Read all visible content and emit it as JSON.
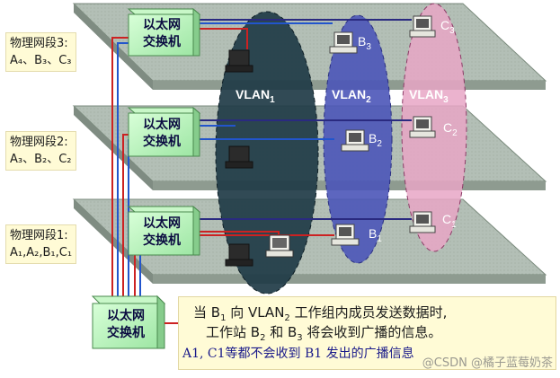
{
  "segments": [
    {
      "label": "物理网段3:",
      "members": "A₄、B₃、C₃"
    },
    {
      "label": "物理网段2:",
      "members": "A₃、B₂、C₂"
    },
    {
      "label": "物理网段1:",
      "members": "A₁,A₂,B₁,C₁"
    }
  ],
  "switch_label_line1": "以太网",
  "switch_label_line2": "交换机",
  "vlans": [
    {
      "name": "VLAN",
      "sub": "1",
      "color": "#1f3b46"
    },
    {
      "name": "VLAN",
      "sub": "2",
      "color": "#4b55b8"
    },
    {
      "name": "VLAN",
      "sub": "3",
      "color": "#e7a6c6"
    }
  ],
  "pcs": {
    "b3": {
      "name": "B",
      "sub": "3"
    },
    "c3": {
      "name": "C",
      "sub": "3"
    },
    "b2": {
      "name": "B",
      "sub": "2"
    },
    "c2": {
      "name": "C",
      "sub": "2"
    },
    "b1": {
      "name": "B",
      "sub": "1"
    },
    "c1": {
      "name": "C",
      "sub": "1"
    }
  },
  "message": {
    "line1_a": "当 B",
    "line1_sub1": "1",
    "line1_b": " 向 VLAN",
    "line1_sub2": "2",
    "line1_c": " 工作组内成员发送数据时,",
    "line2_a": "工作站 B",
    "line2_sub1": "2",
    "line2_b": " 和 B",
    "line2_sub2": "3",
    "line2_c": " 将会收到广播的信息。",
    "line3": "A1, C1等都不会收到 B1 发出的广播信息"
  },
  "watermark": "@CSDN @橘子蓝莓奶茶"
}
